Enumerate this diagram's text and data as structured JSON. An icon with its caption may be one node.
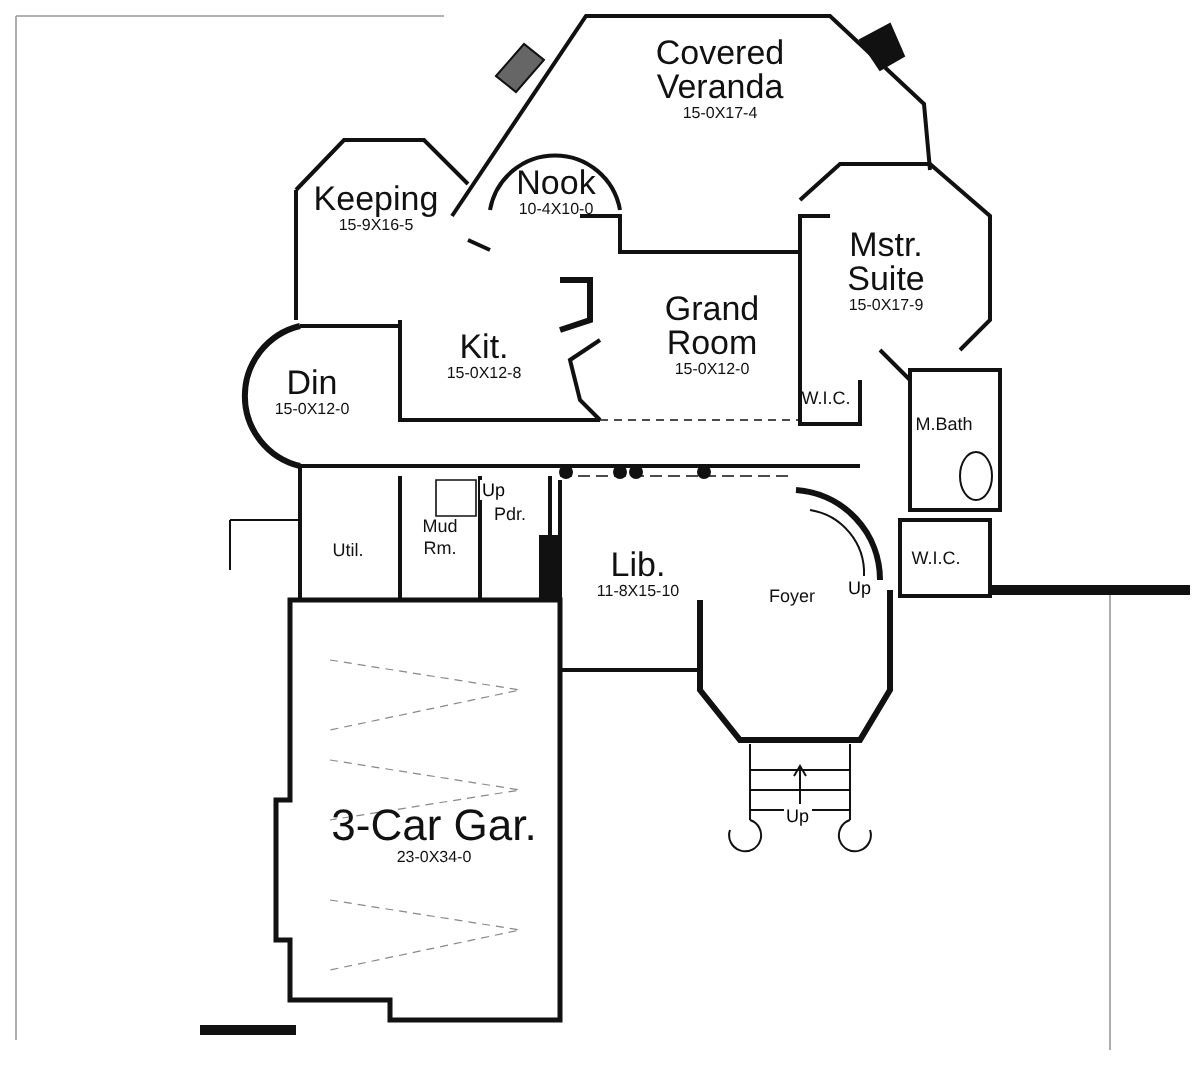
{
  "diagram": {
    "nodes": [
      {
        "text": [
          "Covered Veranda",
          "15-0X17-4"
        ]
      },
      {
        "text": [
          "Nook",
          "10-4X10-0"
        ]
      },
      {
        "text": [
          "Keeping",
          "15-9X16-5"
        ]
      },
      {
        "text": [
          "Mstr. Suite",
          "15-0X17-9"
        ]
      },
      {
        "text": [
          "Grand Room",
          "15-0X12-0"
        ]
      },
      {
        "text": [
          "Kit.",
          "15-0X12-8"
        ]
      },
      {
        "text": [
          "Din",
          "15-0X12-0"
        ]
      },
      {
        "text": [
          "W.I.C."
        ]
      },
      {
        "text": [
          "M.Bath"
        ]
      },
      {
        "text": [
          "Pdr."
        ]
      },
      {
        "text": [
          "Util."
        ]
      },
      {
        "text": [
          "Mud Rm."
        ]
      },
      {
        "text": [
          "Lib.",
          "11-8X15-10"
        ]
      },
      {
        "text": [
          "Foyer"
        ]
      },
      {
        "text": [
          "W.I.C."
        ]
      },
      {
        "text": [
          "3-Car Gar.",
          "23-0X34-0"
        ]
      }
    ],
    "labels": [
      "Up",
      "Up",
      "Up"
    ]
  }
}
